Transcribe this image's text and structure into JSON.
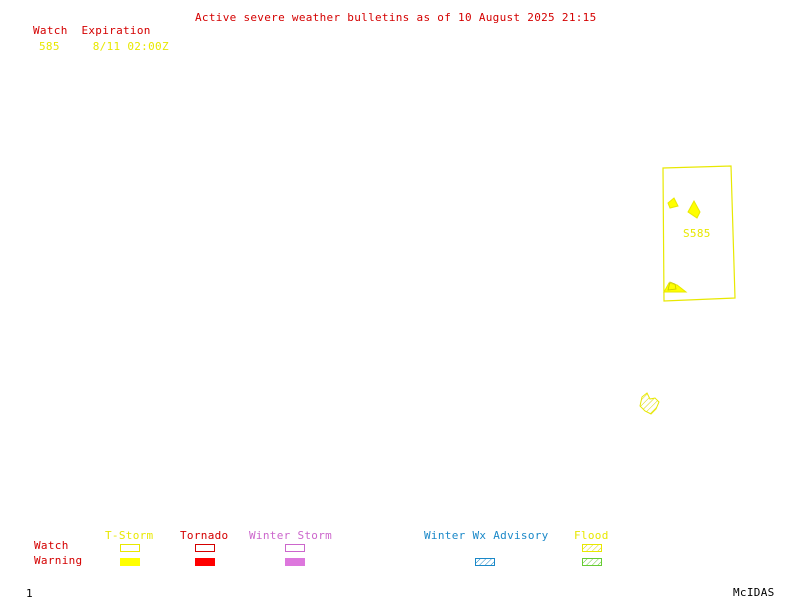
{
  "title": "Active severe weather bulletins as of 10 August 2025 21:15",
  "watch_table": {
    "header": "Watch  Expiration",
    "rows": [
      {
        "watch": "585",
        "expiration": "8/11 02:00Z"
      }
    ]
  },
  "map": {
    "watch_label": "S585"
  },
  "legend": {
    "row_watch": "Watch",
    "row_warning": "Warning",
    "categories": {
      "tstorm": {
        "label": "T-Storm",
        "color": "#e8e800"
      },
      "tornado": {
        "label": "Tornado",
        "color": "#ff0000"
      },
      "winter_storm": {
        "label": "Winter Storm",
        "color": "#cc66cc"
      },
      "winter_wx": {
        "label": "Winter Wx Advisory",
        "color": "#1a88c8"
      },
      "flood": {
        "label": "Flood",
        "color": "#66cc33"
      }
    }
  },
  "footer": {
    "frame_number": "1",
    "brand": "McIDAS"
  }
}
